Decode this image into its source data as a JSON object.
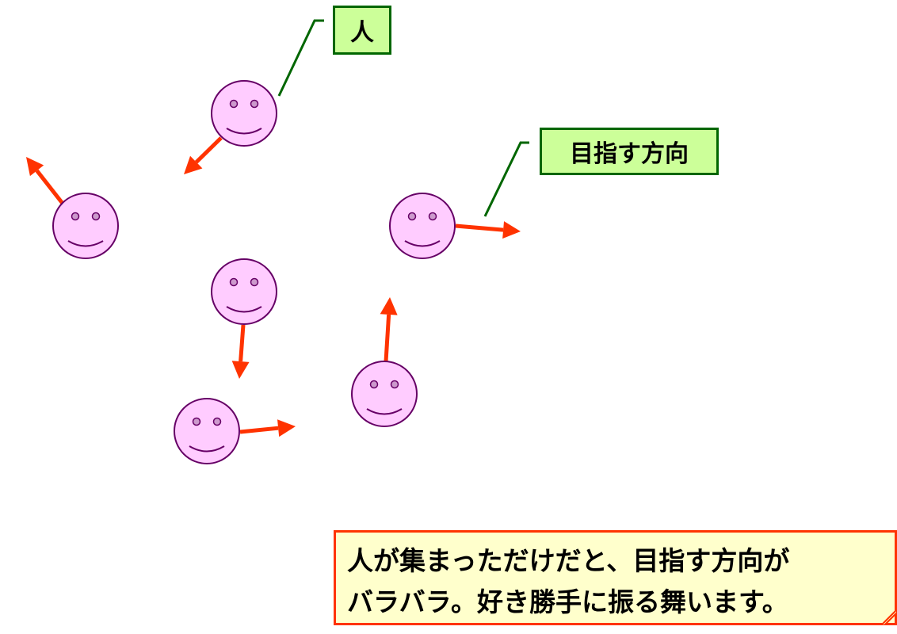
{
  "labels": {
    "person": "人",
    "direction": "目指す方向"
  },
  "note": {
    "line1": "人が集まっただけだと、目指す方向が",
    "line2": "バラバラ。好き勝手に振る舞います。"
  },
  "colors": {
    "face_fill": "#ffccff",
    "face_stroke": "#660066",
    "arrow": "#ff3300",
    "label_fill": "#ccff99",
    "label_border": "#006600",
    "note_fill": "#ffffcc",
    "note_border": "#ff3300"
  }
}
